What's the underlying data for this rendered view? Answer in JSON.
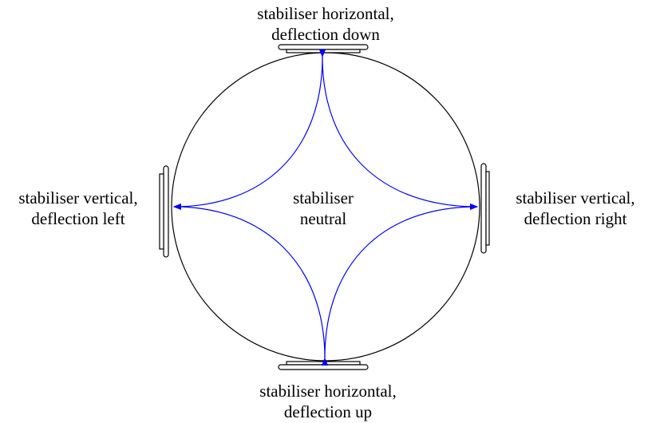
{
  "labels": {
    "top": {
      "line1": "stabiliser horizontal,",
      "line2": "deflection down"
    },
    "bottom": {
      "line1": "stabiliser horizontal,",
      "line2": "deflection up"
    },
    "left": {
      "line1": "stabiliser vertical,",
      "line2": "deflection left"
    },
    "right": {
      "line1": "stabiliser vertical,",
      "line2": "deflection right"
    },
    "center": {
      "line1": "stabiliser",
      "line2": "neutral"
    }
  },
  "colors": {
    "arrow": "#0000ff",
    "outline": "#000000",
    "background": "#ffffff"
  }
}
